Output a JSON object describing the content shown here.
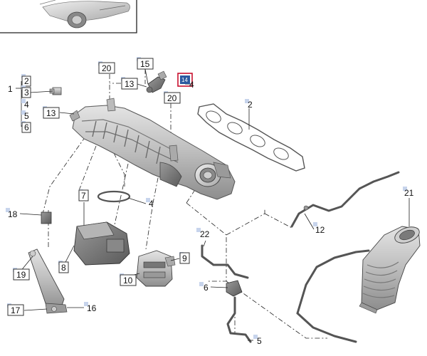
{
  "callouts": {
    "c1": "1",
    "c2a": "2",
    "c3": "3",
    "c4a": "4",
    "c5a": "5",
    "c6": "6",
    "c13a": "13",
    "c20a": "20",
    "c15": "15",
    "c13b": "13",
    "c14": "14",
    "c20b": "20",
    "c2b": "2",
    "c7": "7",
    "c4b": "4",
    "c18": "18",
    "c8": "8",
    "c19": "19",
    "c10": "10",
    "c9": "9",
    "c22": "22",
    "c6b": "6",
    "c12": "12",
    "c21": "21",
    "c17": "17",
    "c16": "16",
    "c5b": "5"
  },
  "highlight_color": "#c8102e",
  "badge_color": "#2c5aa0",
  "tab_color": "#c7d4ec"
}
